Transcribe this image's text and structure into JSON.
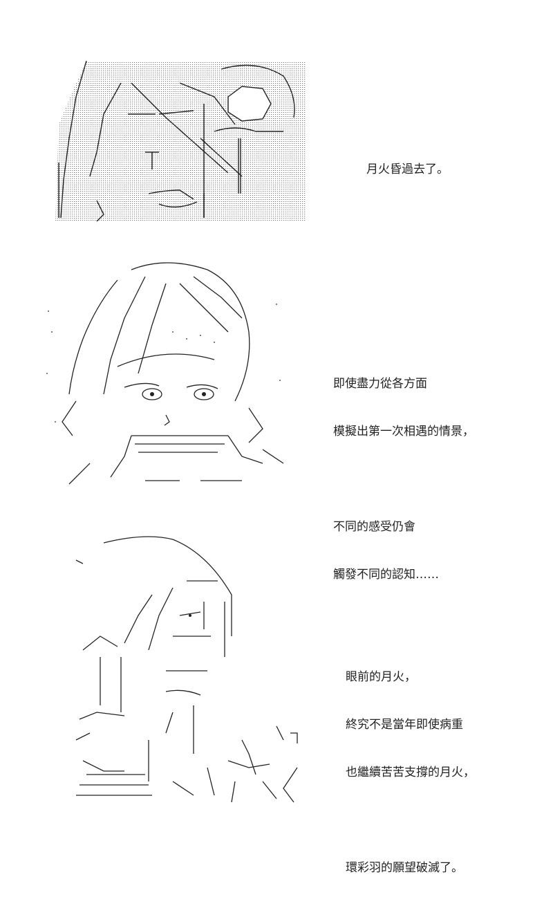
{
  "panels": [
    {
      "narration": [
        "月火昏過去了。"
      ],
      "art": "character-lying-ascii-art"
    },
    {
      "narration": [
        "即使盡力從各方面",
        "模擬出第一次相遇的情景，",
        "",
        "不同的感受仍會",
        "觸發不同的認知……"
      ],
      "art": "character-closeup-ascii-art"
    },
    {
      "narration": [
        "眼前的月火，",
        "終究不是當年即使病重",
        "也繼續苦苦支撐的月火，",
        "",
        "環彩羽的願望破滅了。"
      ],
      "art": "character-profile-ascii-art"
    }
  ],
  "colors": {
    "ink": "#222222",
    "dots": "#555555",
    "background": "#ffffff"
  }
}
